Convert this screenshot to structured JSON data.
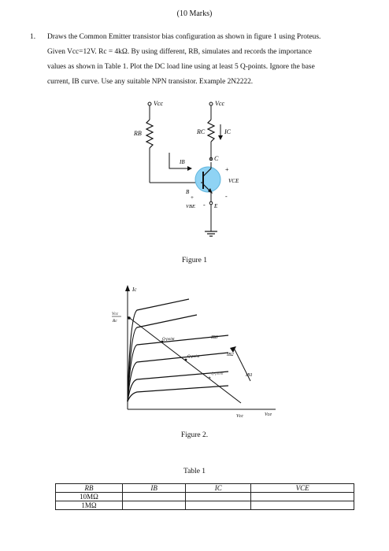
{
  "header": {
    "marks": "(10 Marks)"
  },
  "question": {
    "number": "1.",
    "lines": [
      "Draws the Common Emitter transistor bias configuration as shown in figure 1 using Proteus.",
      "Given Vcc=12V. Rc = 4kΩ. By using different, RB, simulates and records the importance",
      "values as shown in Table 1. Plot the DC load line using at least 5 Q-points. Ignore the base",
      "current, IB curve. Use any suitable NPN transistor. Example 2N2222."
    ]
  },
  "figure1": {
    "caption": "Figure 1",
    "labels": {
      "vcc_left": "Vcc",
      "vcc_right": "Vcc",
      "rb": "RB",
      "rc": "RC",
      "ic": "IC",
      "ib": "IB",
      "c": "C",
      "b": "B",
      "e": "E",
      "vce": "VCE",
      "vbe": "VBE",
      "plus_c": "+",
      "minus_e": "-",
      "plus_b": "+",
      "minus_vbe": "-"
    }
  },
  "figure2": {
    "caption": "Figure 2.",
    "labels": {
      "y_axis": "Ic",
      "y_intercept_num": "Vcc",
      "y_intercept_den": "Rc",
      "x_intercept": "Vcc",
      "x_axis": "Vce",
      "qpoint1": "Q-point",
      "qpoint2": "Q-point",
      "qpoint3": "Q-point",
      "ib3": "IB3",
      "ib2": "IB2",
      "ib1": "IB1"
    }
  },
  "table": {
    "caption": "Table 1",
    "headers": [
      "RB",
      "IB",
      "IC",
      "VCE"
    ],
    "rows": [
      [
        "10MΩ",
        "",
        "",
        ""
      ],
      [
        "1MΩ",
        "",
        "",
        ""
      ]
    ]
  }
}
